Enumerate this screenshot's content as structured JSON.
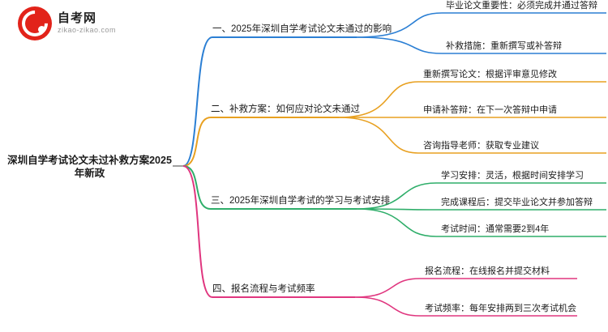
{
  "logo": {
    "title": "自考网",
    "subtitle": "zikao-zikao.com",
    "mark": "red-circle-logo"
  },
  "mindmap": {
    "root": "深圳自学考试论文未过补救方案2025年新政",
    "branches": [
      {
        "label": "一、2025年深圳自学考试论文未通过的影响",
        "color": "#2b7fd4",
        "children": [
          "毕业论文重要性：必须完成并通过答辩",
          "补救措施：重新撰写或补答辩"
        ]
      },
      {
        "label": "二、补救方案：如何应对论文未通过",
        "color": "#e8a020",
        "children": [
          "重新撰写论文：根据评审意见修改",
          "申请补答辩：在下一次答辩中申请",
          "咨询指导老师：获取专业建议"
        ]
      },
      {
        "label": "三、2025年深圳自学考试的学习与考试安排",
        "color": "#2fae6a",
        "children": [
          "学习安排：灵活，根据时间安排学习",
          "完成课程后：提交毕业论文并参加答辩",
          "考试时间：通常需要2到4年"
        ]
      },
      {
        "label": "四、报名流程与考试频率",
        "color": "#e0367f",
        "children": [
          "报名流程：在线报名并提交材料",
          "考试频率：每年安排两到三次考试机会"
        ]
      }
    ]
  }
}
